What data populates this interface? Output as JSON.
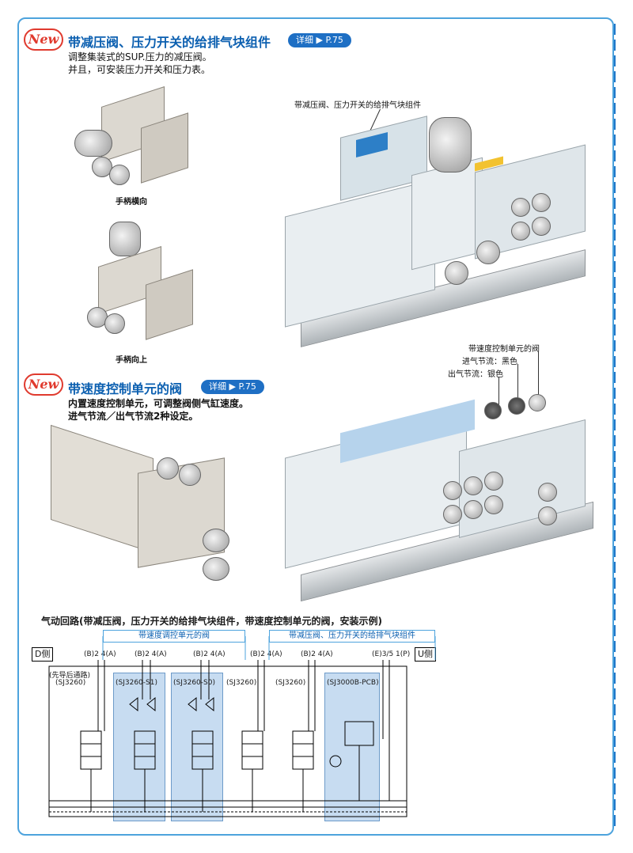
{
  "section1": {
    "badge": "New",
    "title": "带减压阀、压力开关的给排气块组件",
    "detail": "详细 ▶ P.75",
    "desc_lines": [
      "调整集装式的SUP.压力的减压阀。",
      "并且，可安装压力开关和压力表。"
    ],
    "caption_horizontal": "手柄横向",
    "caption_up": "手柄向上",
    "callout": "带减压阀、压力开关的给排气块组件"
  },
  "section2": {
    "badge": "New",
    "title": "带速度控制单元的阀",
    "detail": "详细 ▶ P.75",
    "desc_lines": [
      "内置速度控制单元，可调整阀侧气缸速度。",
      "进气节流／出气节流2种设定。"
    ],
    "callouts": [
      "带速度控制单元的阀",
      "进气节流：黑色",
      "出气节流：银色"
    ]
  },
  "circuit": {
    "title": "气动回路(带减压阀，压力开关的给排气块组件，带速度控制单元的阀，安装示例)",
    "group_speed": "带速度调控单元的阀",
    "group_supply": "带减压阀、压力开关的给排气块组件",
    "side_d": "D侧",
    "side_u": "U侧",
    "ports": [
      "(B)2 4(A)",
      "(B)2 4(A)",
      "(B)2 4(A)",
      "(B)2 4(A)",
      "(B)2 4(A)",
      "(E)3/5 1(P)"
    ],
    "pilot_note": "(先导后通路)",
    "units": [
      "(SJ3260)",
      "(SJ3260-S1)",
      "(SJ3260-S0)",
      "(SJ3260)",
      "(SJ3260)",
      "(SJ3000B-PCB)"
    ]
  },
  "colors": {
    "accent": "#0b5fb0",
    "frame": "#4da3dd",
    "new_red": "#e03a2e",
    "unit_fill": "#c7dcf1"
  },
  "icons": [
    "pressure-gauge-icon",
    "pressure-switch-icon",
    "regulator-icon",
    "solenoid-valve-icon"
  ]
}
